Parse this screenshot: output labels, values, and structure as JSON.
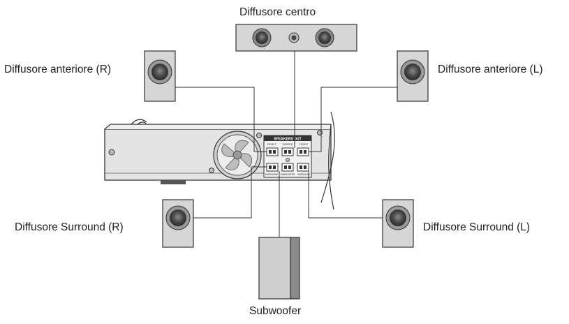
{
  "labels": {
    "center": "Diffusore centro",
    "front_right": "Diffusore anteriore (R)",
    "front_left": "Diffusore anteriore (L)",
    "surround_right": "Diffusore Surround (R)",
    "surround_left": "Diffusore Surround (L)",
    "subwoofer": "Subwoofer"
  },
  "panel": {
    "title": "SPEAKERS OUT",
    "front_r": "FRONT",
    "center": "CENTER",
    "front_l": "FRONT",
    "surround_r": "SURROUND",
    "subwoofer": "SUBWOOFER",
    "surround_l": "SURROUND"
  },
  "colors": {
    "speaker_face": "#d6d6d6",
    "cone": "#555555",
    "subwoofer_face": "#c8c8c8",
    "subwoofer_side": "#8a8a8a",
    "line": "#333333"
  }
}
